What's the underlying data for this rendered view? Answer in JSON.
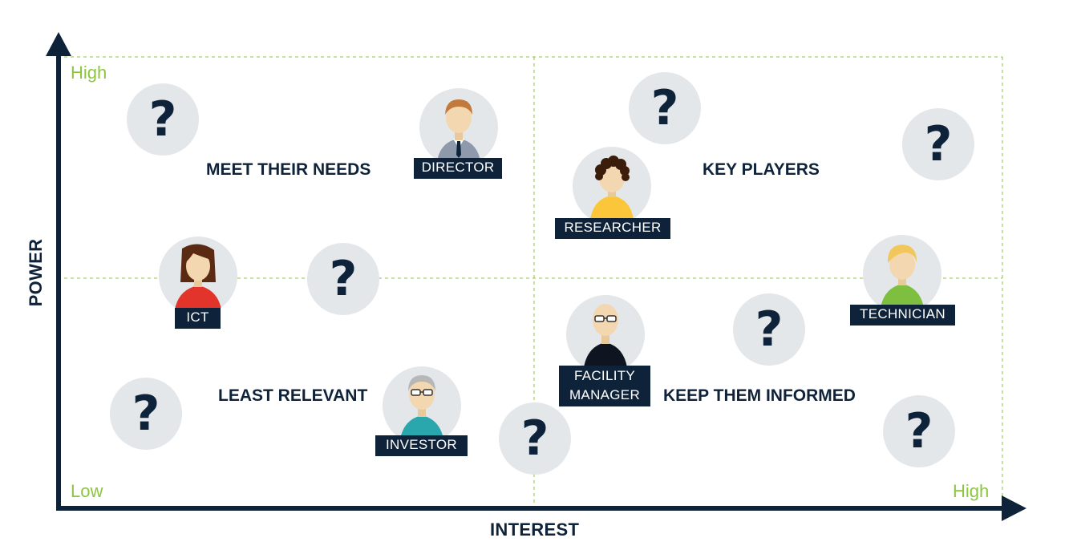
{
  "axes": {
    "x_label": "INTEREST",
    "y_label": "POWER",
    "y_high": "High",
    "y_low": "Low",
    "x_high": "High"
  },
  "quadrants": {
    "top_left": "MEET THEIR NEEDS",
    "top_right": "KEY PLAYERS",
    "bottom_left": "LEAST RELEVANT",
    "bottom_right": "KEEP THEM INFORMED"
  },
  "stakeholders": {
    "director": "DIRECTOR",
    "researcher": "RESEARCHER",
    "ict": "ICT",
    "technician": "TECHNICIAN",
    "facility_manager_line1": "FACILITY",
    "facility_manager_line2": "MANAGER",
    "investor": "INVESTOR"
  },
  "unknown_marker": "?",
  "colors": {
    "axis": "#0e2239",
    "grid": "#8cc63f",
    "circle": "#e3e7ea",
    "tag": "#0e2239",
    "level_text": "#8cc63f"
  }
}
